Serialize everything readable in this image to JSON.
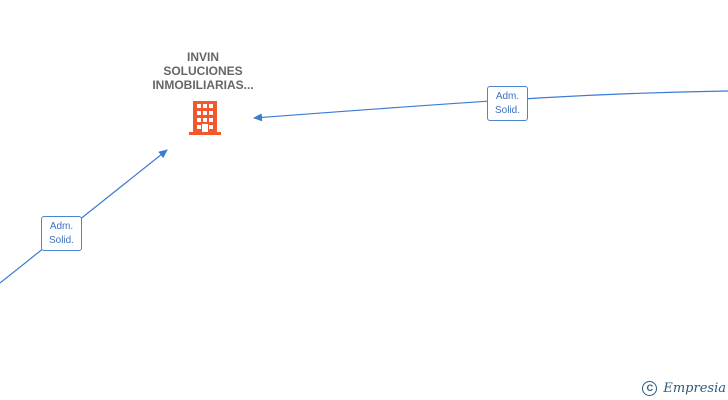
{
  "company": {
    "name_lines": [
      "INVIN",
      "SOLUCIONES",
      "INMOBILIARIAS..."
    ],
    "icon": "building-icon",
    "icon_color": "#f2582c"
  },
  "edges": [
    {
      "id": "edge-right",
      "label_lines": [
        "Adm.",
        "Solid."
      ]
    },
    {
      "id": "edge-left",
      "label_lines": [
        "Adm.",
        "Solid."
      ]
    }
  ],
  "colors": {
    "edge": "#3a7bd5",
    "text": "#666666"
  },
  "brand": {
    "copyright": "C",
    "name": "Empresia"
  }
}
